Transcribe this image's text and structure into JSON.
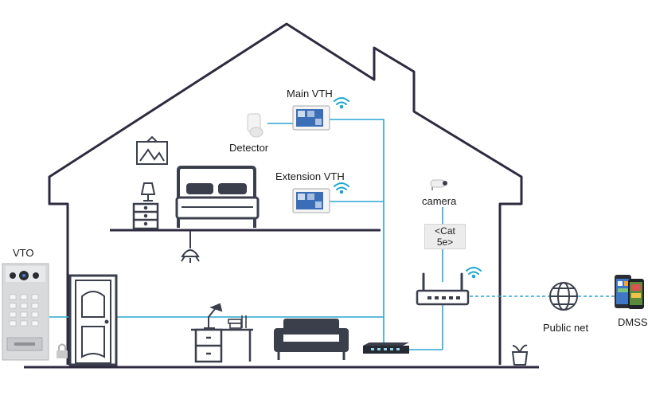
{
  "labels": {
    "main_vth": "Main VTH",
    "extension_vth": "Extension VTH",
    "detector": "Detector",
    "camera": "camera",
    "cable_line1": "<Cat",
    "cable_line2": "5e>",
    "vto": "VTO",
    "public_net": "Public net",
    "dmss": "DMSS"
  },
  "colors": {
    "house_outline": "#2f2a3f",
    "cable": "#2ba6cf",
    "wifi": "#19a7cf",
    "device_dark": "#3b3f4c"
  }
}
